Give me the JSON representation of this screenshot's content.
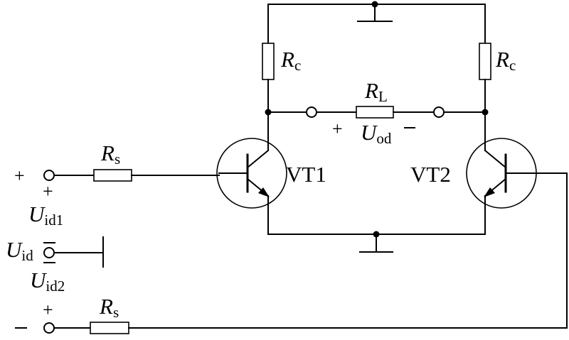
{
  "labels": {
    "rc_main": "R",
    "rc_sub": "c",
    "rl_main": "R",
    "rl_sub": "L",
    "rs_main": "R",
    "rs_sub": "s",
    "uod_main": "U",
    "uod_sub": "od",
    "uid1_main": "U",
    "uid1_sub": "id1",
    "uid_main": "U",
    "uid_sub": "id",
    "uid2_main": "U",
    "uid2_sub": "id2",
    "vt1": "VT1",
    "vt2": "VT2",
    "plus": "+",
    "minus": "−"
  }
}
